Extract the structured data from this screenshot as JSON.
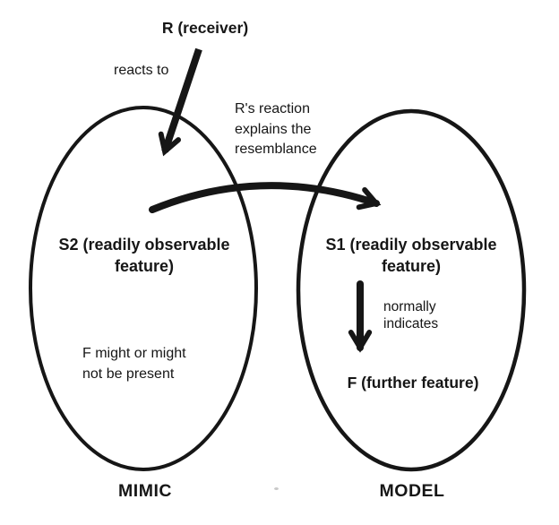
{
  "diagram": {
    "title": "Mimicry relationship diagram",
    "background_color": "#ffffff",
    "ink_color": "#161616",
    "nodes": {
      "receiver_label": "R (receiver)",
      "mimic_feature_label": "S2 (readily observable\nfeature)",
      "model_feature_label": "S1 (readily observable\nfeature)",
      "further_feature_label": "F (further feature)",
      "mimic_note": "F might or might\nnot be present",
      "mimic_set_label": "MIMIC",
      "model_set_label": "MODEL"
    },
    "arrows": {
      "reacts_to_label": "reacts to",
      "resemblance_label": "R's reaction\nexplains the\nresemblance",
      "indicates_label": "normally\nindicates"
    }
  }
}
